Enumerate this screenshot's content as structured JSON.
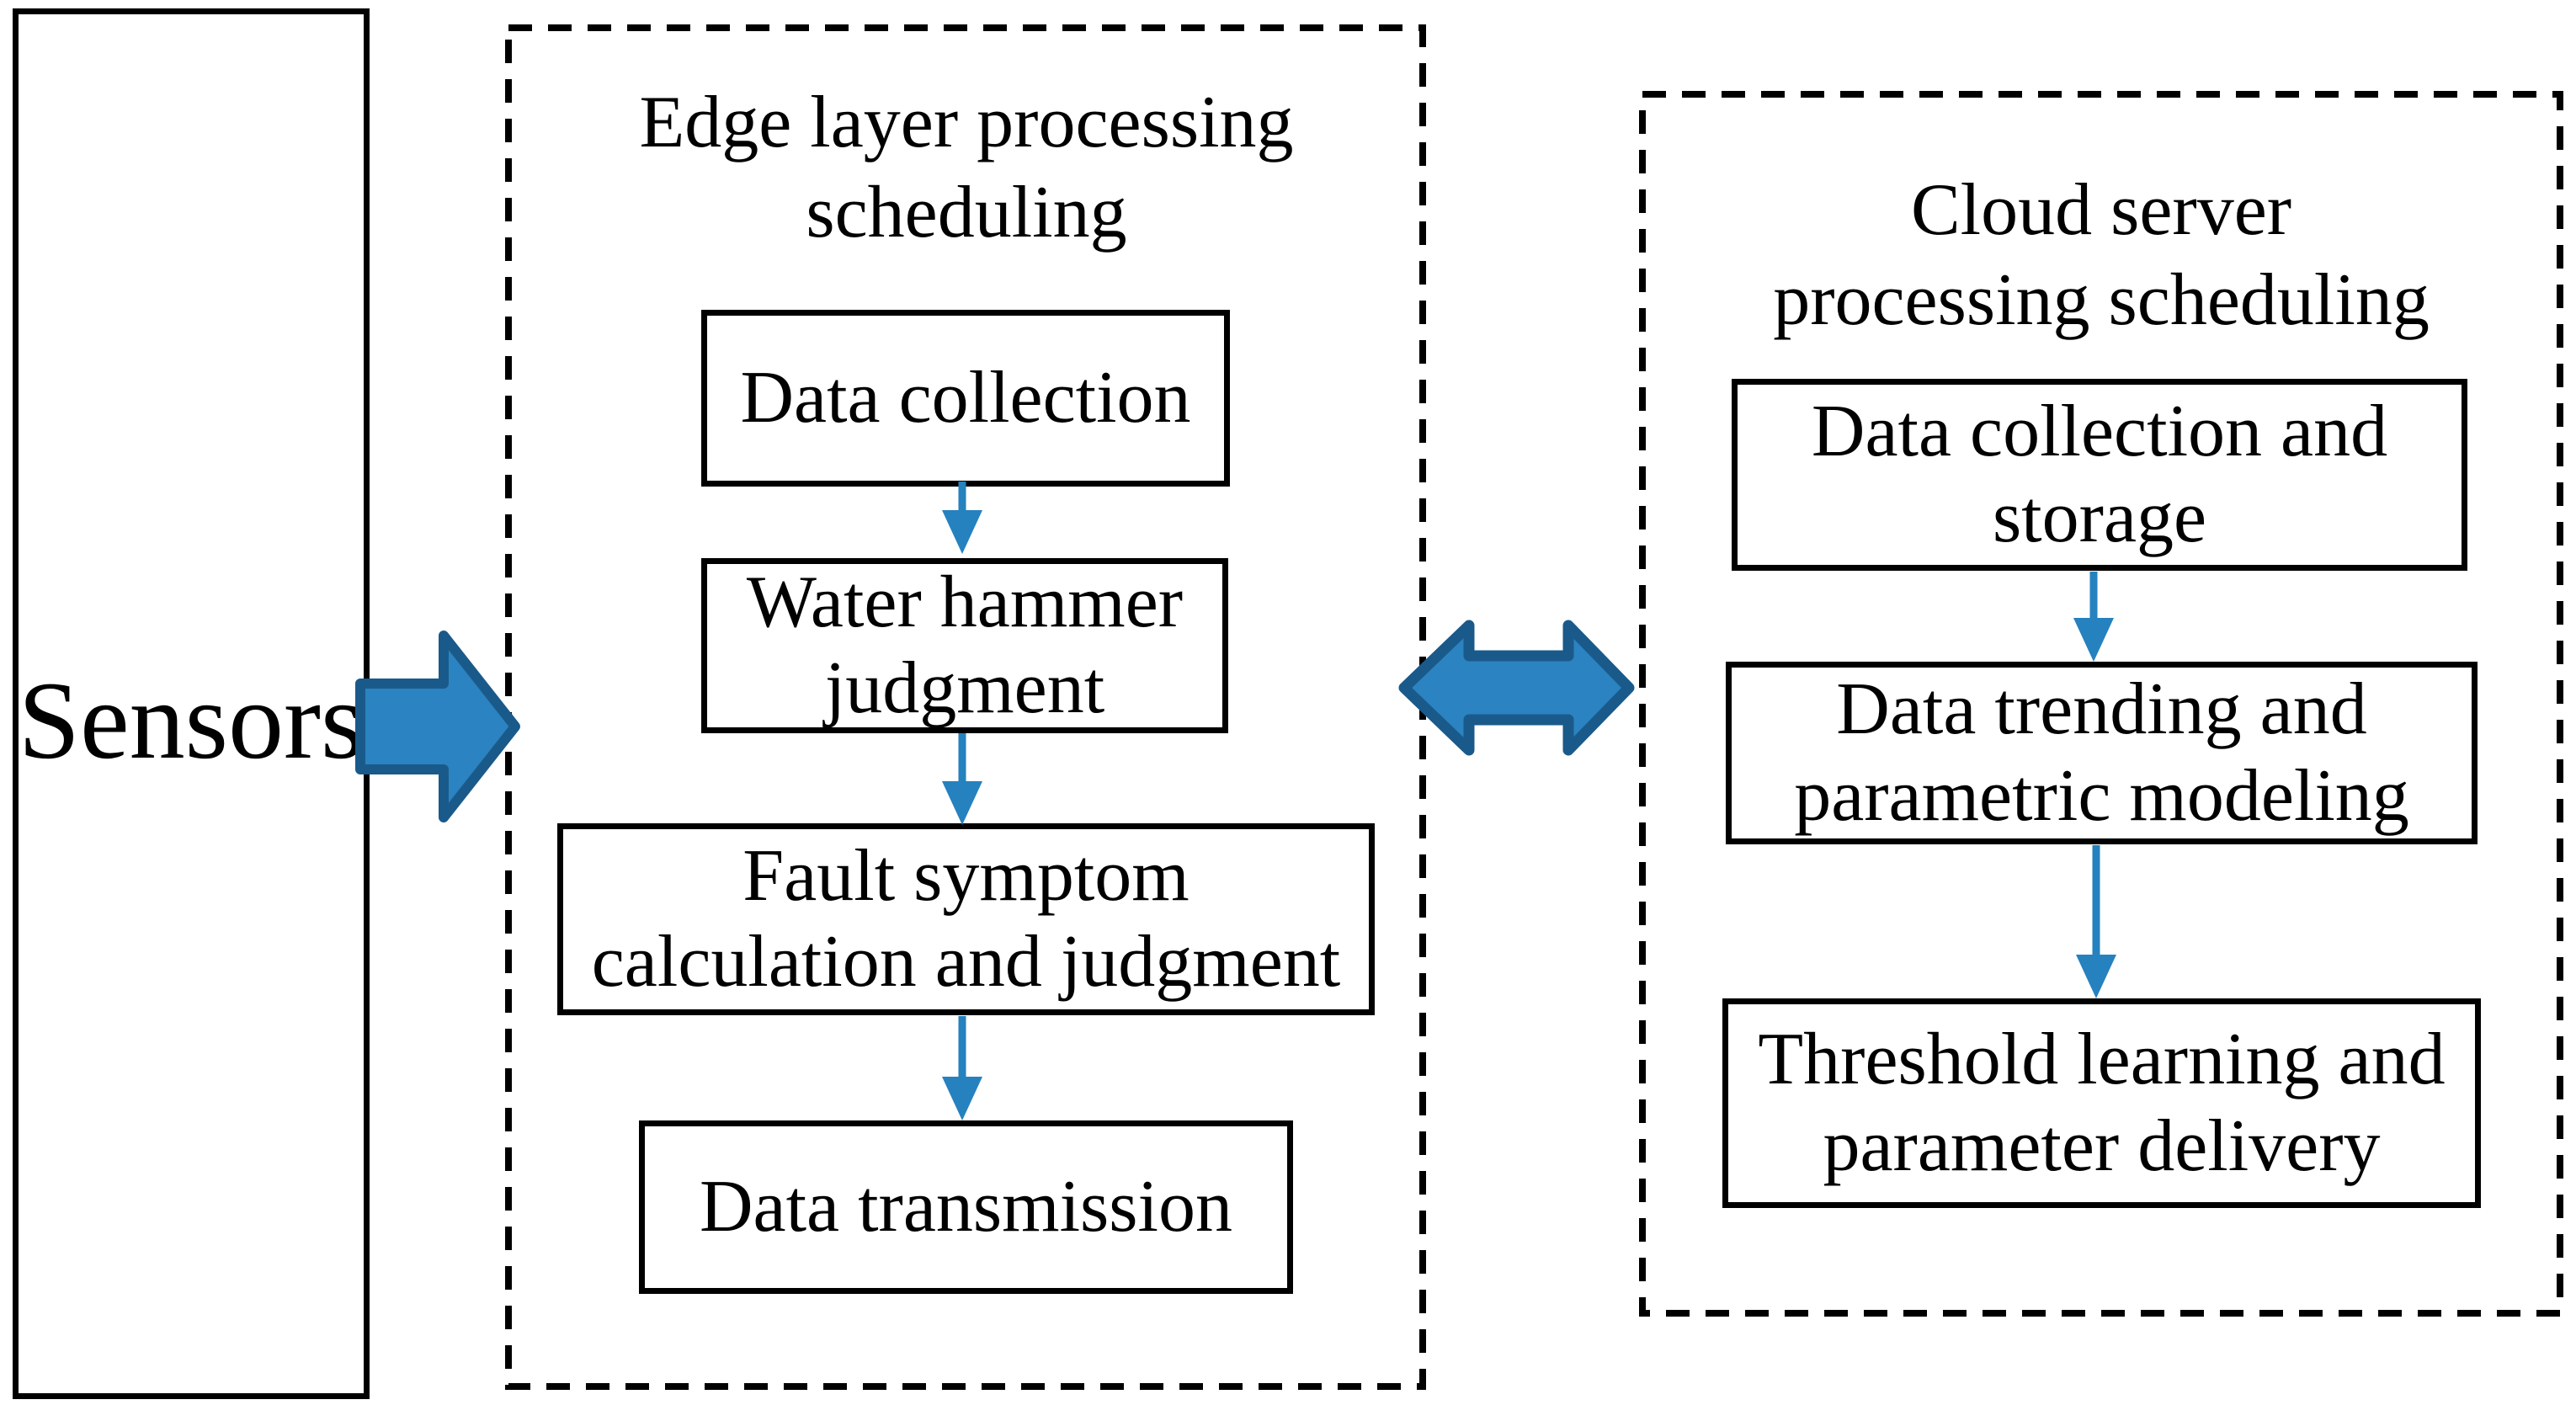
{
  "figure": {
    "background": "#ffffff",
    "sensors": {
      "label": "Sensors"
    },
    "edge_panel": {
      "title": "Edge layer processing\nscheduling",
      "steps": [
        "Data collection",
        "Water hammer\njudgment",
        "Fault symptom\ncalculation and judgment",
        "Data transmission"
      ]
    },
    "cloud_panel": {
      "title": "Cloud server\nprocessing scheduling",
      "steps": [
        "Data collection and\nstorage",
        "Data trending and\nparametric modeling",
        "Threshold learning and\nparameter delivery"
      ]
    },
    "icons": {
      "sensors_to_edge": "block-arrow-right",
      "edge_cloud_link": "block-arrow-double-horizontal",
      "step_connector": "thin-arrow-down"
    },
    "colors": {
      "block_arrow_fill": "#2B83C1",
      "block_arrow_stroke": "#1A5A8A",
      "flow_arrow": "#2681BF",
      "border": "#000000",
      "text": "#000000"
    }
  }
}
